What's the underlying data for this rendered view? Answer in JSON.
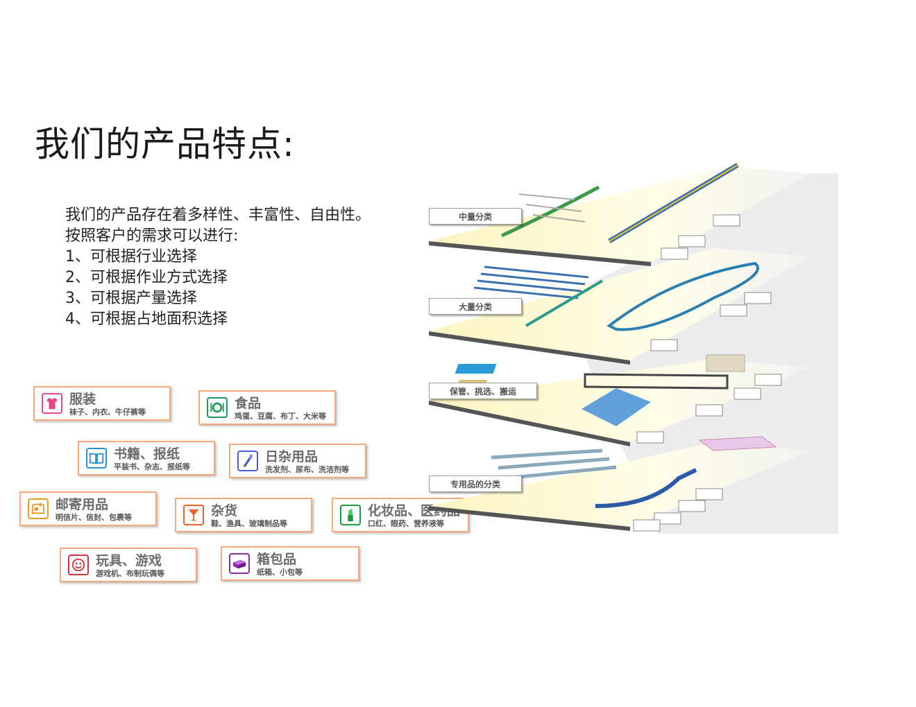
{
  "title": "我们的产品特点:",
  "intro": {
    "lines": [
      "我们的产品存在着多样性、丰富性、自由性。",
      "按照客户的需求可以进行:",
      "1、可根据行业选择",
      "2、可根据作业方式选择",
      "3、可根据产量选择",
      "4、可根据占地面积选择"
    ]
  },
  "cards": [
    {
      "title": "服装",
      "sub": "袜子、内衣、牛仔裤等",
      "icon": "shirt-icon",
      "color": "#e8488a"
    },
    {
      "title": "食品",
      "sub": "鸡蛋、豆腐、布丁、大米等",
      "icon": "plate-icon",
      "color": "#1a9a5a"
    },
    {
      "title": "书籍、报纸",
      "sub": "平装书、杂志、报纸等",
      "icon": "book-icon",
      "color": "#2a8fcf"
    },
    {
      "title": "日杂用品",
      "sub": "洗发剂、尿布、洗洁剂等",
      "icon": "toothbrush-icon",
      "color": "#4a5acf"
    },
    {
      "title": "邮寄用品",
      "sub": "明信片、信封、包裹等",
      "icon": "mailbox-icon",
      "color": "#e89a20"
    },
    {
      "title": "杂货",
      "sub": "鞋、渔具、玻璃制品等",
      "icon": "glass-icon",
      "color": "#e8602a"
    },
    {
      "title": "化妆品、医药品",
      "sub": "口红、眼药、营养液等",
      "icon": "lipstick-icon",
      "color": "#1a9a3a"
    },
    {
      "title": "玩具、游戏",
      "sub": "游戏机、布制玩偶等",
      "icon": "smiley-icon",
      "color": "#d8303a"
    },
    {
      "title": "箱包品",
      "sub": "纸箱、小包等",
      "icon": "box-icon",
      "color": "#8a2aa8"
    }
  ],
  "diagram": {
    "levels": [
      "中量分类",
      "大量分类",
      "保管、挑选、搬运",
      "专用品的分类"
    ]
  }
}
